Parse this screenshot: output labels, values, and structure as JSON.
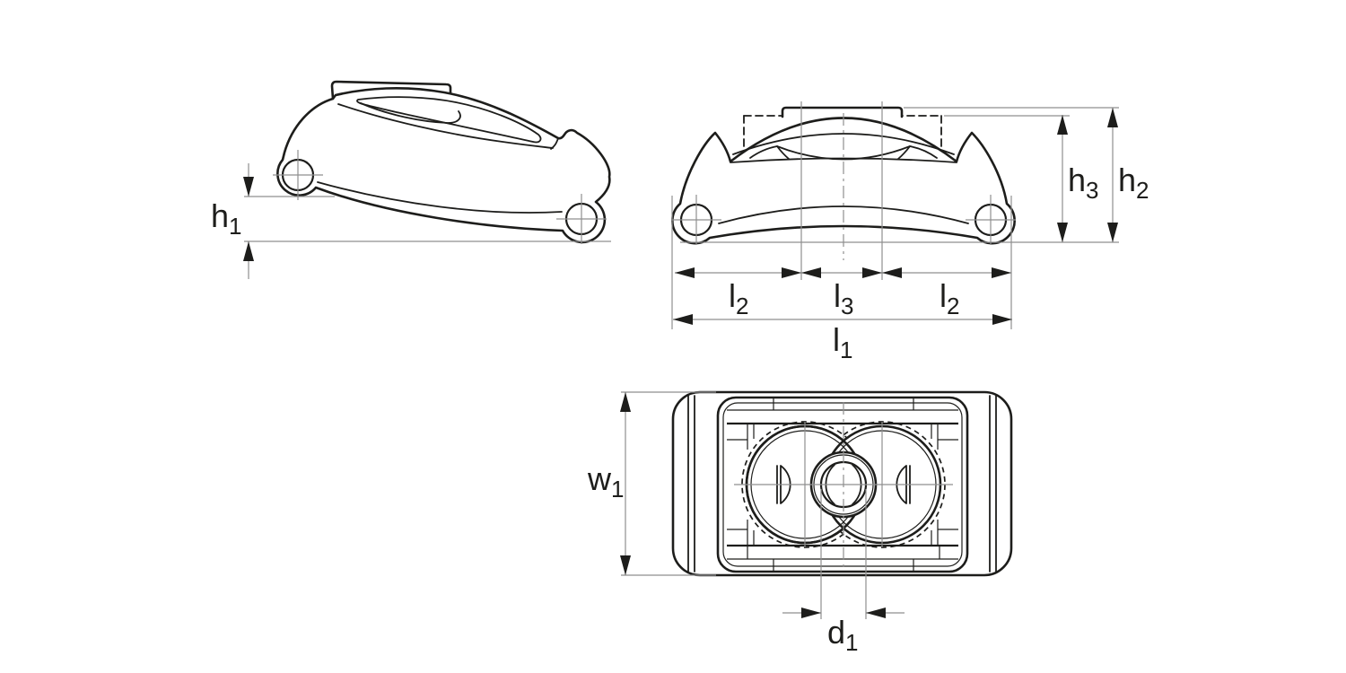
{
  "drawing": {
    "type": "technical-orthographic-drawing",
    "colors": {
      "background": "#ffffff",
      "line": "#1d1d1b",
      "thin": "#8f8f8f"
    },
    "dimensions": {
      "h1": {
        "base": "h",
        "sub": "1"
      },
      "h2": {
        "base": "h",
        "sub": "2"
      },
      "h3": {
        "base": "h",
        "sub": "3"
      },
      "l1": {
        "base": "l",
        "sub": "1"
      },
      "l2_left": {
        "base": "l",
        "sub": "2"
      },
      "l3": {
        "base": "l",
        "sub": "3"
      },
      "l2_right": {
        "base": "l",
        "sub": "2"
      },
      "w1": {
        "base": "w",
        "sub": "1"
      },
      "d1": {
        "base": "d",
        "sub": "1"
      }
    }
  }
}
